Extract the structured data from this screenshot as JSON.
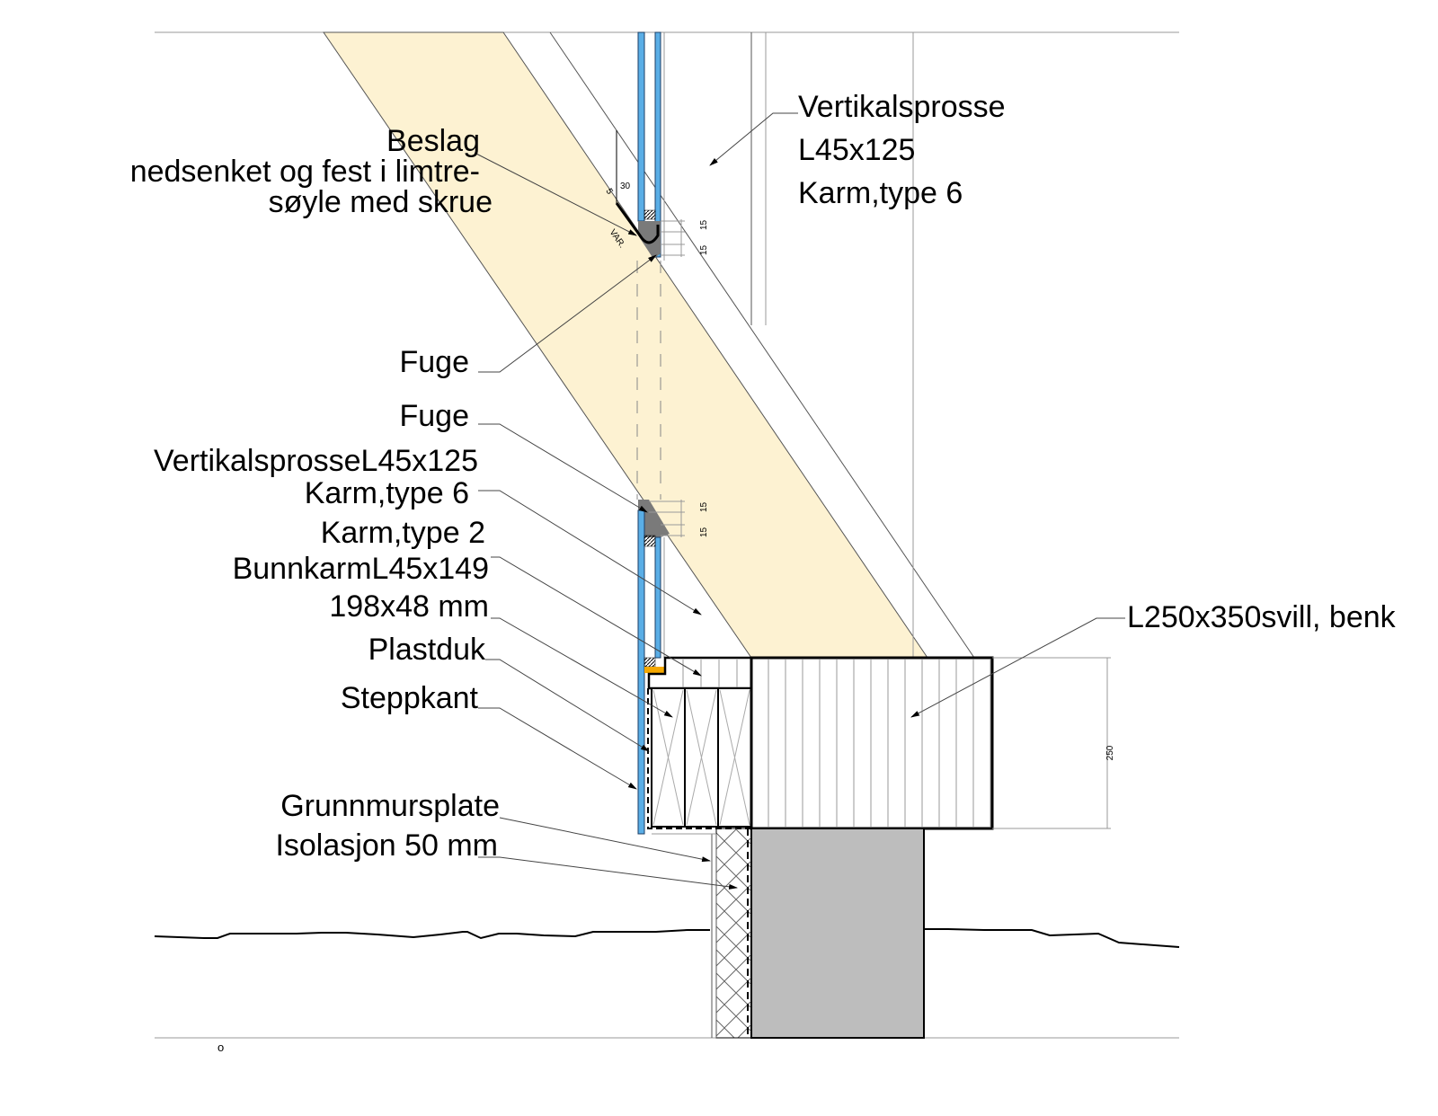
{
  "drawing": {
    "title": "Snitt bunnsvill / vindusfelt",
    "colors": {
      "glulam": "#fdf2d2",
      "glass": "#5aaee6",
      "concrete": "#bdbdbd",
      "sealant": "#7a7a7a",
      "flashing_accent": "#f5a800",
      "line": "#000000"
    },
    "labels": {
      "beslag_1": "Beslag",
      "beslag_2": "nedsenket og fest i limtre-",
      "beslag_3": "søyle med skrue",
      "vert_top_1": "Vertikalsprosse",
      "vert_top_2": "L45x125",
      "vert_top_3": "Karm,type 6",
      "fuge_1": "Fuge",
      "fuge_2": "Fuge",
      "vert_mid": "VertikalsprosseL45x125",
      "karm6": "Karm,type 6",
      "karm2": "Karm,type 2",
      "bunnkarm": "BunnkarmL45x149",
      "dim_198": "198x48 mm",
      "plastduk": "Plastduk",
      "steppkant": "Steppkant",
      "grunnmursplate": "Grunnmursplate",
      "isolasjon": "Isolasjon 50 mm",
      "svill": "L250x350svill, benk"
    },
    "dimensions": {
      "d30": "30",
      "d5": "5",
      "var": "VAR.",
      "d15a": "15",
      "d15b": "15",
      "d15c": "15",
      "d15d": "15",
      "d250": "250"
    },
    "marker": "o"
  }
}
